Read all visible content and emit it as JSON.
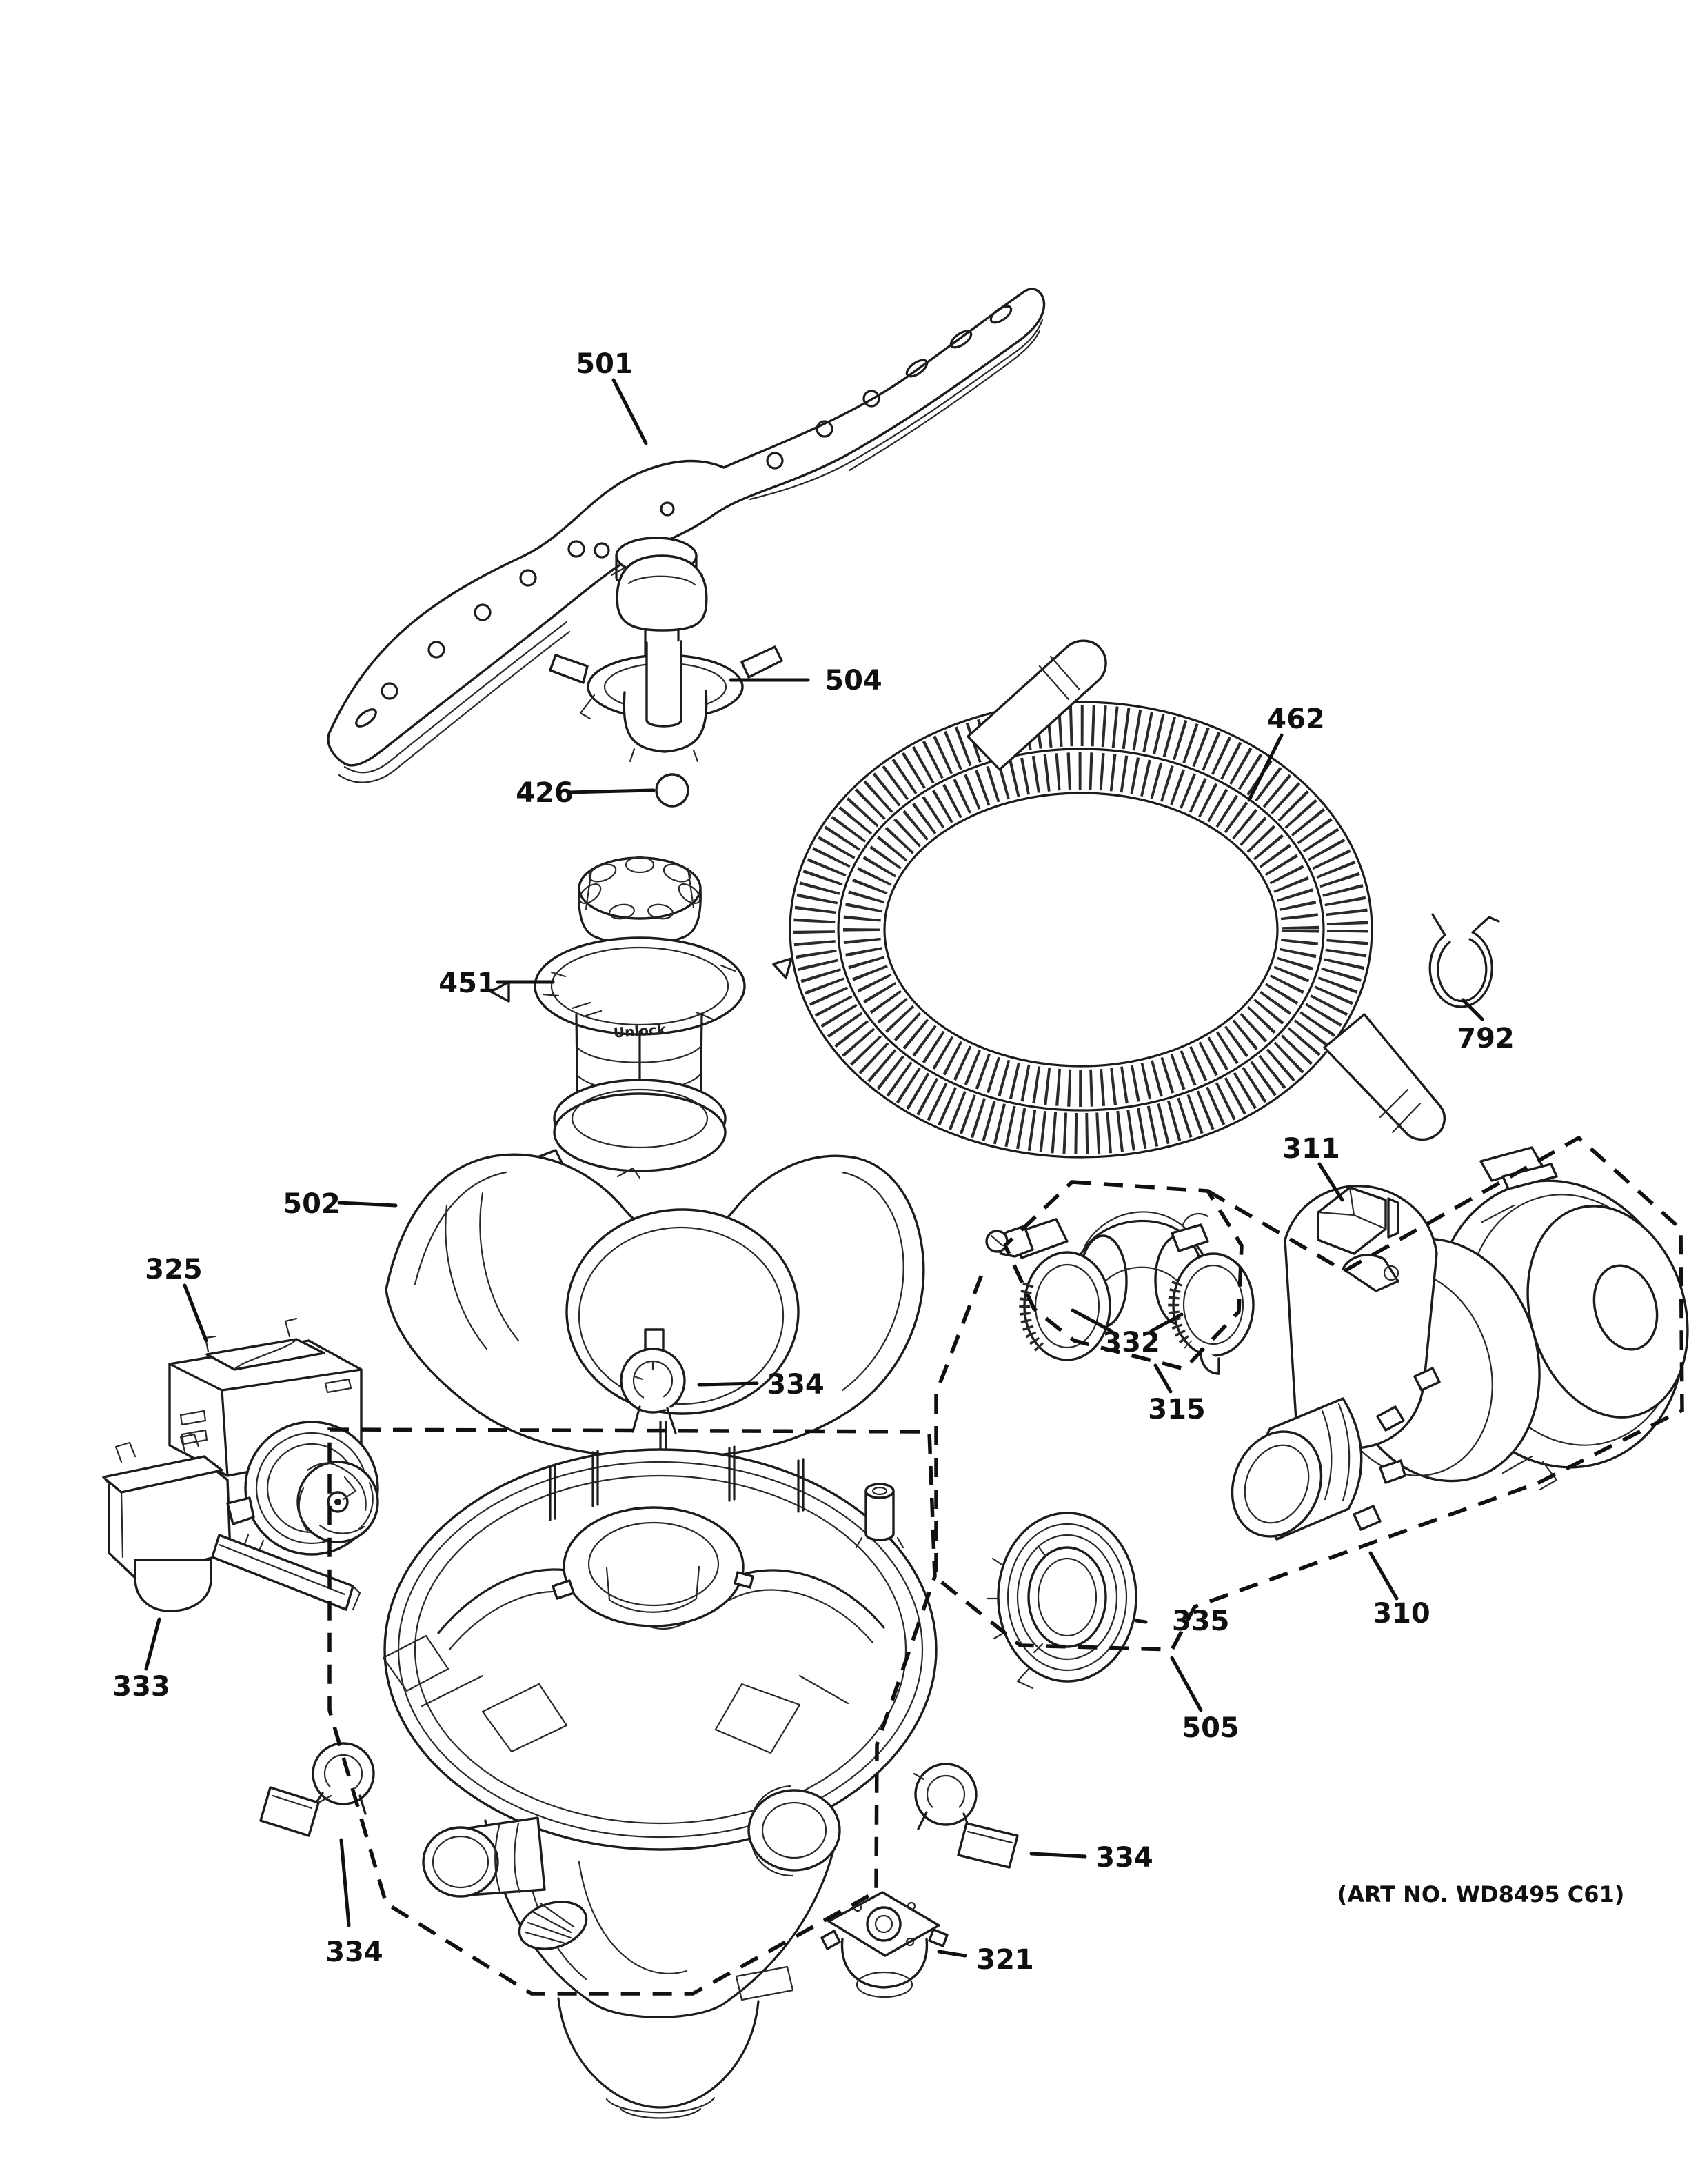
{
  "diagram": {
    "art_no": "(ART NO. WD8495 C61)",
    "filter_molded_text": "Unlock",
    "callouts": [
      {
        "part": "upper-spray-arm",
        "label": "501"
      },
      {
        "part": "spray-arm-support",
        "label": "504"
      },
      {
        "part": "check-ball",
        "label": "426"
      },
      {
        "part": "filter-assembly",
        "label": "451"
      },
      {
        "part": "sump-cover",
        "label": "502"
      },
      {
        "part": "drain-hose",
        "label": "462"
      },
      {
        "part": "hose-clamp",
        "label": "792"
      },
      {
        "part": "mount-chock",
        "label": "311"
      },
      {
        "part": "elbow-with-clamps",
        "label": "332"
      },
      {
        "part": "elbow-group",
        "label": "315"
      },
      {
        "part": "pump-motor-assembly",
        "label": "310"
      },
      {
        "part": "pump-seal",
        "label": "335"
      },
      {
        "part": "sump-assembly-group",
        "label": "505"
      },
      {
        "part": "drain-pump",
        "label": "325"
      },
      {
        "part": "valve-component",
        "label": "333"
      },
      {
        "part": "sensor-component",
        "label": "321"
      },
      {
        "part": "mounting-clip-center",
        "label": "334"
      },
      {
        "part": "mounting-clip-right",
        "label": "334"
      },
      {
        "part": "mounting-clip-left",
        "label": "334"
      }
    ]
  }
}
